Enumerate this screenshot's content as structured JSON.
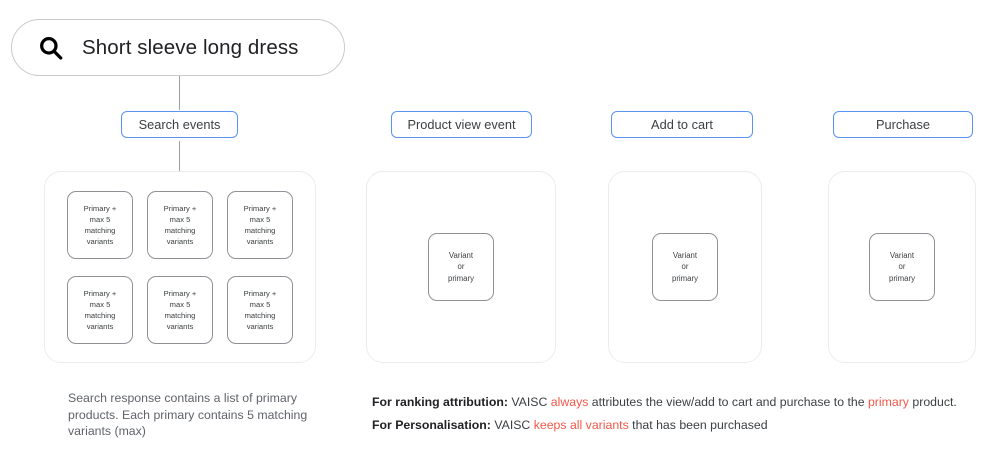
{
  "search": {
    "icon": "search-icon",
    "query": "Short sleeve long dress"
  },
  "events": [
    {
      "label": "Search events"
    },
    {
      "label": "Product view event"
    },
    {
      "label": "Add to cart"
    },
    {
      "label": "Purchase"
    }
  ],
  "panels": {
    "search_results": {
      "card_text": "Primary +\nmax 5\nmatching\nvariants",
      "card_count": 6,
      "cards": [
        "Primary + max 5 matching variants",
        "Primary + max 5 matching variants",
        "Primary + max 5 matching variants",
        "Primary + max 5 matching variants",
        "Primary + max 5 matching variants",
        "Primary + max 5 matching variants"
      ]
    },
    "single_card_text": "Variant or primary",
    "single_card_lines": [
      "Variant",
      "or",
      "primary"
    ]
  },
  "captions": {
    "left": "Search response contains a list of primary products. Each primary contains 5 matching variants (max)"
  },
  "annotations": [
    {
      "bold": "For ranking attribution:",
      "parts": [
        {
          "text": " VAISC ",
          "highlight": false
        },
        {
          "text": "always",
          "highlight": true
        },
        {
          "text": " attributes the view/add to cart and purchase to the ",
          "highlight": false
        },
        {
          "text": "primary",
          "highlight": true
        },
        {
          "text": " product.",
          "highlight": false
        }
      ]
    },
    {
      "bold": "For Personalisation:",
      "parts": [
        {
          "text": " VAISC ",
          "highlight": false
        },
        {
          "text": "keeps all variants",
          "highlight": true
        },
        {
          "text": " that has been purchased",
          "highlight": false
        }
      ]
    }
  ],
  "colors": {
    "label_border_blue": "#5b93f0",
    "highlight_red": "#f2584a",
    "panel_border": "#ececec",
    "card_border": "#8e9296",
    "connector_line": "#9aa0a6"
  }
}
